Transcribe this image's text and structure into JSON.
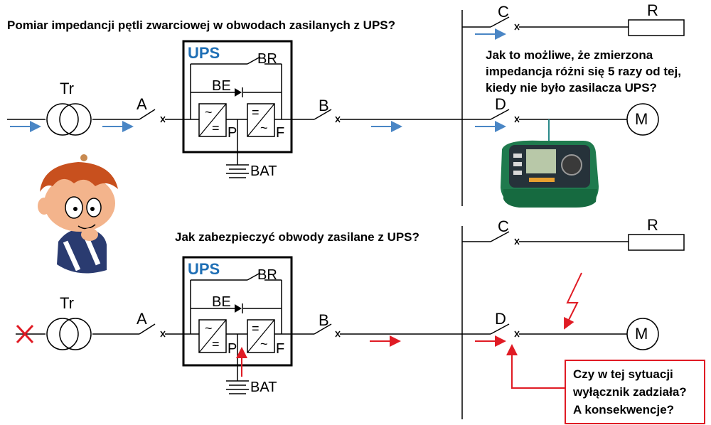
{
  "top_question": "Pomiar impedancji pętli zwarciowej w obwodach zasilanych z UPS?",
  "right_question": [
    "Jak to możliwe, że zmierzona",
    "impedancja różni się 5 razy od tej,",
    "kiedy nie było zasilacza UPS?"
  ],
  "middle_question": "Jak zabezpieczyć obwody zasilane z UPS?",
  "callout": [
    "Czy w tej sytuacji",
    "wyłącznik zadziała?",
    "A konsekwencje?"
  ],
  "labels": {
    "ups": "UPS",
    "tr": "Tr",
    "a": "A",
    "b": "B",
    "c": "C",
    "d": "D",
    "r": "R",
    "m": "M",
    "br": "BR",
    "be": "BE",
    "bat": "BAT",
    "p": "P",
    "f": "F"
  },
  "colors": {
    "flow_arrow": "#4a86c5",
    "fault": "#e01b24",
    "ups_title": "#1f6fb5",
    "line": "#000000"
  },
  "icons": [
    "transformer-icon",
    "switch-icon",
    "rectifier-icon",
    "inverter-icon",
    "battery-icon",
    "diode-icon",
    "motor-icon",
    "resistor-icon",
    "lightning-icon",
    "meter-icon",
    "cartoon-boy-icon",
    "cross-icon"
  ]
}
